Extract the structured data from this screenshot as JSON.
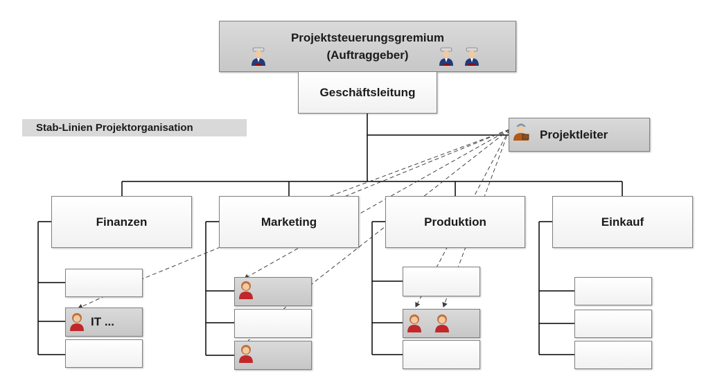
{
  "diagram_title": "Stab-Linien Projektorganisation",
  "steering_committee": {
    "line1": "Projektsteuerungsgremium",
    "line2": "(Auftraggeber)"
  },
  "management": {
    "label": "Geschäftsleitung"
  },
  "project_leader": {
    "label": "Projektleiter"
  },
  "departments": [
    {
      "label": "Finanzen"
    },
    {
      "label": "Marketing"
    },
    {
      "label": "Produktion"
    },
    {
      "label": "Einkauf"
    }
  ],
  "sub_units": {
    "finanzen_it": "IT ..."
  },
  "colors": {
    "grey_box": "#c9c9c9",
    "white_box": "#ffffff",
    "line": "#000000",
    "dashed": "#404040"
  },
  "icons": [
    "manager-icon",
    "project-leader-icon",
    "team-member-icon"
  ]
}
